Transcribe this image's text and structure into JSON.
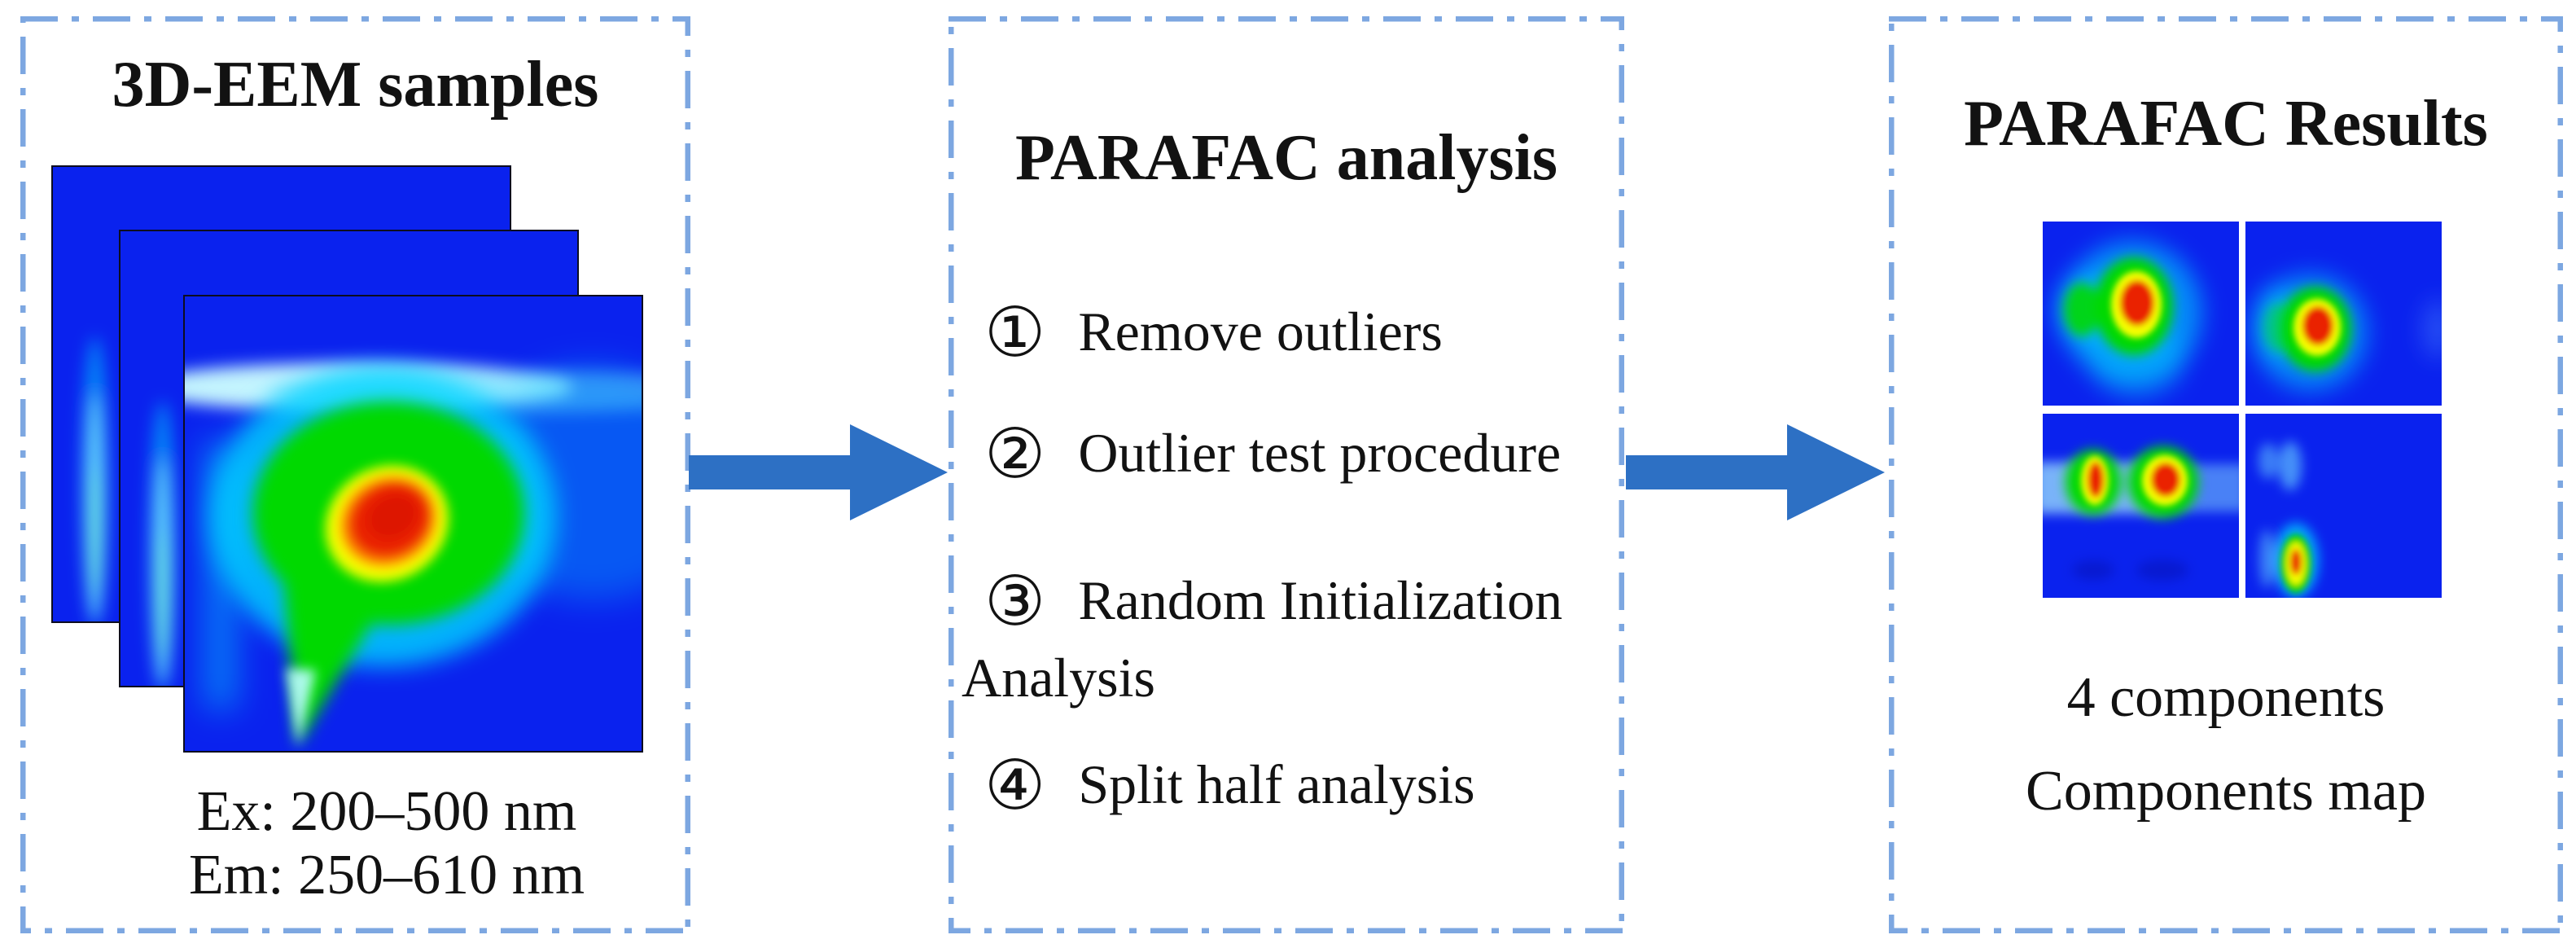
{
  "figure": {
    "kind": "flow-diagram",
    "colors": {
      "panel_border": "#7da7e1",
      "arrow": "#2d70c4",
      "heatmap_background": "#0a22ee",
      "heatmap_scale": [
        "#0a22ee",
        "#00d4ff",
        "#00d900",
        "#f5ff00",
        "#ff7d00",
        "#ea2400"
      ]
    },
    "panels": {
      "samples": {
        "title": "3D-EEM samples",
        "stacked_maps": 3,
        "ex_range": "Ex: 200–500 nm",
        "em_range": "Em: 250–610 nm"
      },
      "analysis": {
        "title": "PARAFAC analysis",
        "steps": [
          {
            "num": "①",
            "line1": "Remove outliers",
            "line2": ""
          },
          {
            "num": "②",
            "line1": "Outlier test procedure",
            "line2": ""
          },
          {
            "num": "③",
            "line1": "Random Initialization",
            "line2": "Analysis"
          },
          {
            "num": "④",
            "line1": "Split half analysis",
            "line2": ""
          }
        ]
      },
      "results": {
        "title": "PARAFAC Results",
        "component_maps": 4,
        "captions": [
          "4 components",
          "Components map"
        ]
      }
    }
  }
}
